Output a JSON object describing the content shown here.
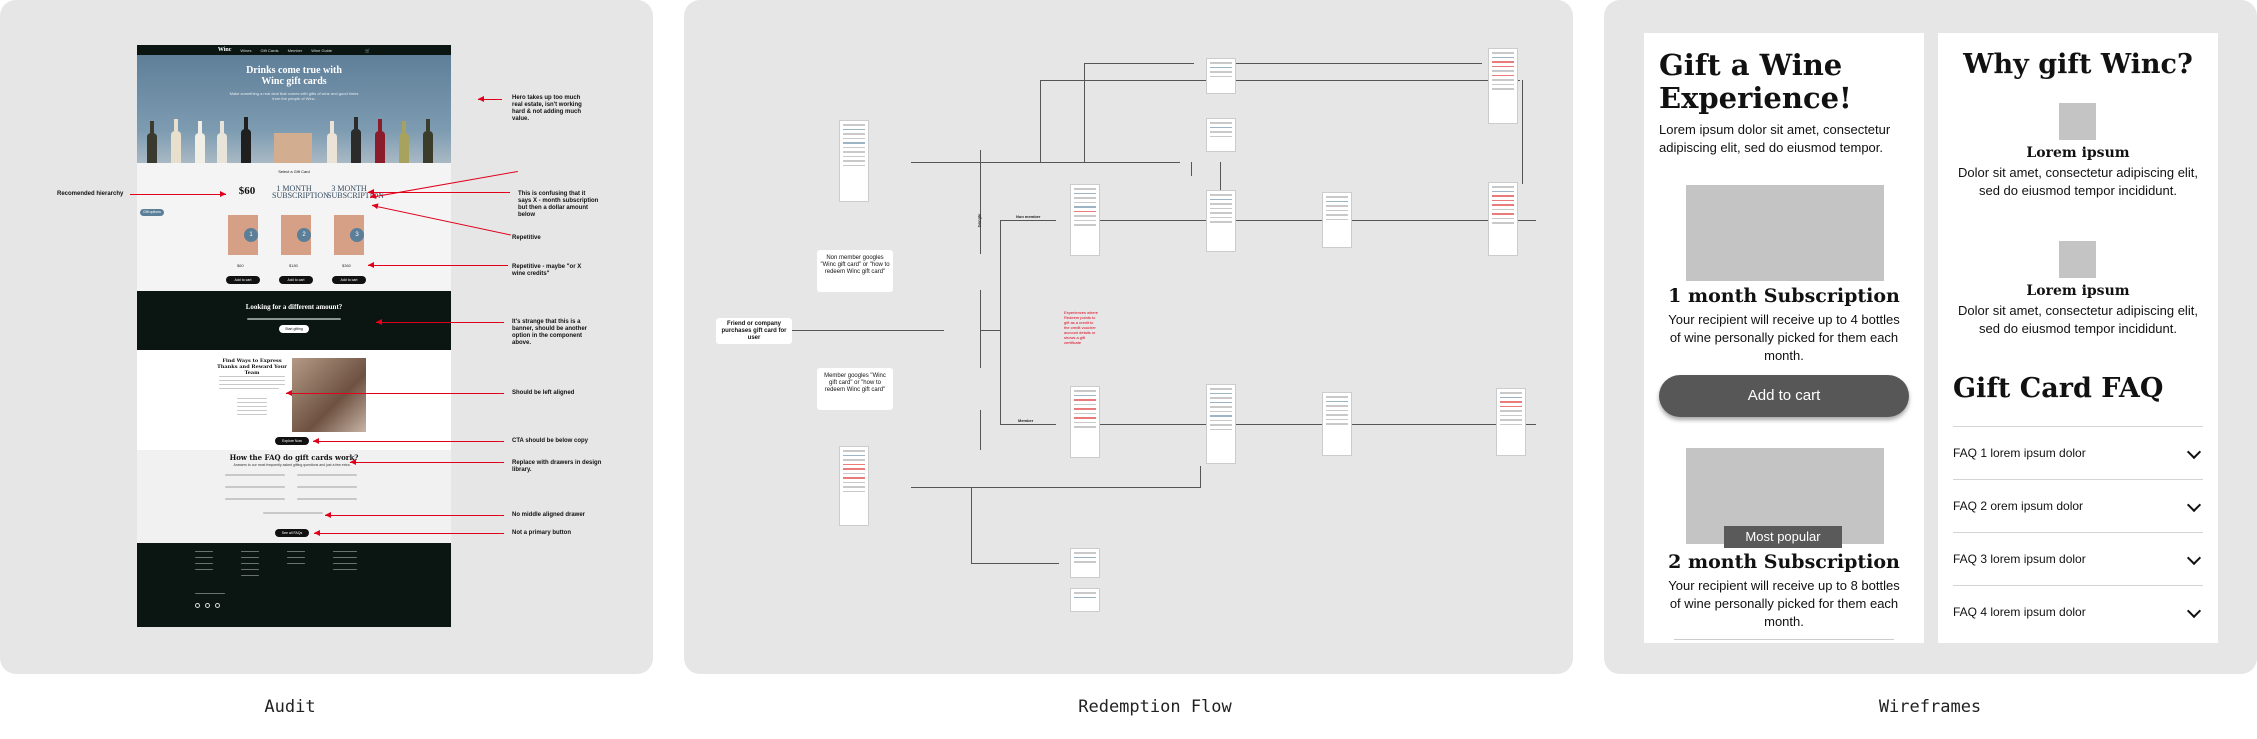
{
  "captions": {
    "audit": "Audit",
    "flow": "Redemption Flow",
    "wireframes": "Wireframes"
  },
  "audit": {
    "nav": {
      "logo": "Winc",
      "items": [
        "Wines",
        "Gift Cards",
        "Member",
        "Wine Guide"
      ]
    },
    "hero_title": "Drinks come true with Winc gift cards",
    "hero_sub": "Make something a real deal that comes with gifts of wine and good times from the people of Winc.",
    "select_label": "Select a Gift Card",
    "prices": [
      "$60",
      "1 MONTH SUBSCRIPTION",
      "3 MONTH SUBSCRIPTION"
    ],
    "badges": [
      "1",
      "2",
      "3"
    ],
    "pill": "Gift options",
    "card_values": [
      "$60",
      "$180",
      "$360"
    ],
    "cart_label": "Add to cart",
    "banner_title": "Looking for a different amount?",
    "banner_button": "Start gifting",
    "feature_title": "Find Ways to Express Thanks and Reward Your Team",
    "explore_button": "Explore Now",
    "faq_title": "How the FAQ do gift cards work?",
    "faq_sub": "Answers to our most frequently asked gifting questions and just a few extra.",
    "faq_button": "See all FAQs",
    "annotations": {
      "hero": "Hero takes up too much real estate, isn't working hard & not adding much value.",
      "hierarchy": "Recomended hierarchy",
      "confusing": "This is confusing that it says X - month subscription but then a dollar amount below",
      "repetitive1": "Repetitive",
      "repetitive2": "Repetitive - maybe \"or X wine credits\"",
      "banner": "It's strange that this is a banner, should be another option in the component above.",
      "left_aligned": "Should be left aligned",
      "cta_below": "CTA should be below copy",
      "drawers": "Replace with drawers in design library.",
      "no_middle": "No middle aligned drawer",
      "not_primary": "Not a primary button"
    }
  },
  "flow": {
    "start": "Friend or company purchases gift card for user",
    "non_member_node": "Non member googles \"Winc gift card\" or \"how to redeem Winc gift card\"",
    "member_node": "Member googles \"Winc gift card\" or \"how to redeem Winc gift card\"",
    "labels": {
      "non_member": "Non member",
      "member": "Member",
      "google": "Google"
    },
    "red_note": "Experiences where Redeem points to gift as a credit to the credit voucher account details or shows a gift certificate"
  },
  "wireframes": {
    "left": {
      "title": "Gift a Wine Experience!",
      "intro": "Lorem ipsum dolor sit amet, consectetur adipiscing elit, sed do eiusmod tempor.",
      "card1_title": "1 month Subscription",
      "card1_desc": "Your recipient will receive up to 4 bottles of wine personally picked for them each month.",
      "cta": "Add to cart",
      "badge": "Most popular",
      "card2_title": "2 month Subscription",
      "card2_desc": "Your recipient will receive up to 8 bottles of wine personally picked for them each month."
    },
    "right": {
      "title": "Why gift Winc?",
      "benefits": [
        {
          "title": "Lorem ipsum",
          "desc": "Dolor sit amet, consectetur adipiscing elit, sed do eiusmod tempor incididunt."
        },
        {
          "title": "Lorem ipsum",
          "desc": "Dolor sit amet, consectetur adipiscing elit, sed do eiusmod tempor incididunt."
        }
      ],
      "faq_title": "Gift Card FAQ",
      "faqs": [
        "FAQ 1 lorem ipsum dolor",
        "FAQ 2 orem ipsum dolor",
        "FAQ 3 lorem ipsum dolor",
        "FAQ 4 lorem ipsum dolor"
      ]
    }
  }
}
